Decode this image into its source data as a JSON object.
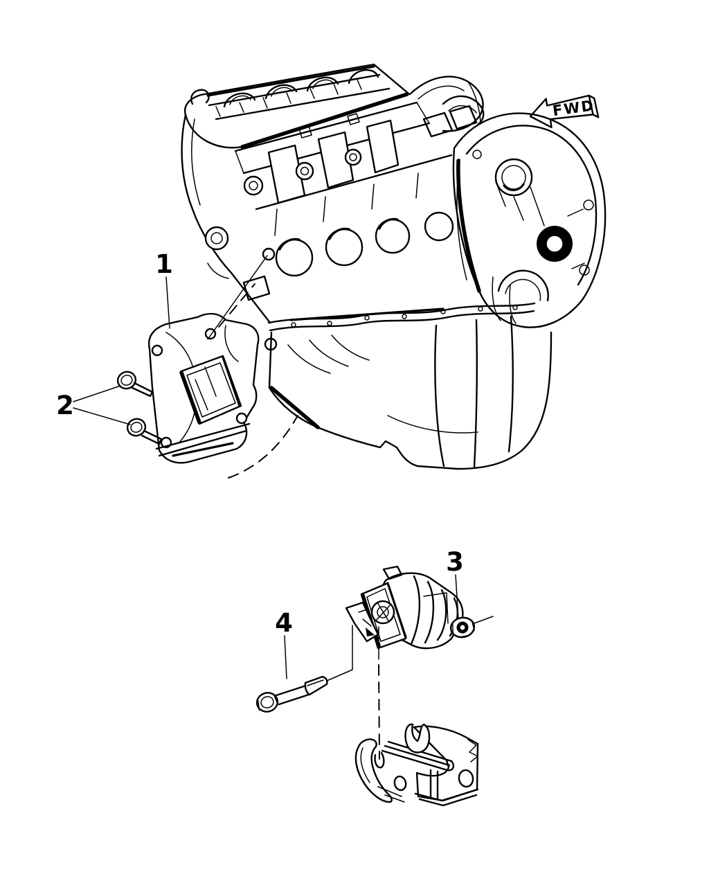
{
  "page": {
    "background_color": "#ffffff",
    "line_color": "#000000"
  },
  "diagram": {
    "description_of_pixels": "engine mounting parts line diagram",
    "direction_arrow_label": "FWD",
    "callouts": [
      {
        "number": "1"
      },
      {
        "number": "2"
      },
      {
        "number": "3"
      },
      {
        "number": "4"
      }
    ]
  }
}
